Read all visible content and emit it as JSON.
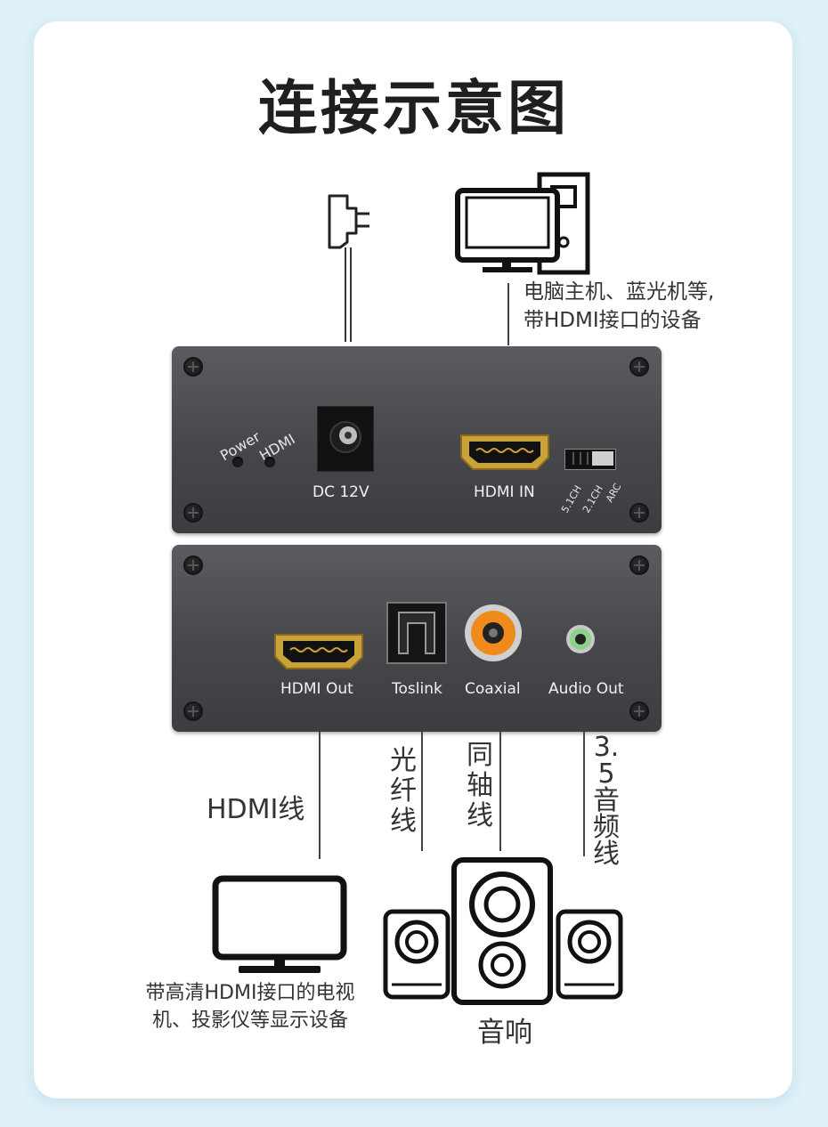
{
  "title": "连接示意图",
  "source_device": {
    "label_line1": "电脑主机、蓝光机等,",
    "label_line2": "带HDMI接口的设备",
    "icon": "desktop-computer-icon"
  },
  "power_adapter": {
    "icon": "power-adapter-plug-icon"
  },
  "input_panel": {
    "indicators": [
      "Power",
      "HDMI"
    ],
    "dc_label": "DC 12V",
    "hdmi_in_label": "HDMI IN",
    "switch_labels": [
      "5.1CH",
      "2.1CH",
      "ARC"
    ]
  },
  "output_panel": {
    "ports": [
      "HDMI Out",
      "Toslink",
      "Coaxial",
      "Audio Out"
    ]
  },
  "cables": {
    "hdmi": "HDMI线",
    "optical": "光纤线",
    "coaxial": "同轴线",
    "audio35": "3.5音频线"
  },
  "display_device": {
    "label_line1": "带高清HDMI接口的电视",
    "label_line2": "机、投影仪等显示设备",
    "icon": "monitor-icon"
  },
  "speaker": {
    "label": "音响",
    "icon": "speaker-system-icon"
  },
  "colors": {
    "background": "#dff1f9",
    "card": "#ffffff",
    "panel": "#47494d",
    "gold": "#c9a23a",
    "coax_orange": "#f08a1c",
    "jack_green": "#8fd18a"
  }
}
